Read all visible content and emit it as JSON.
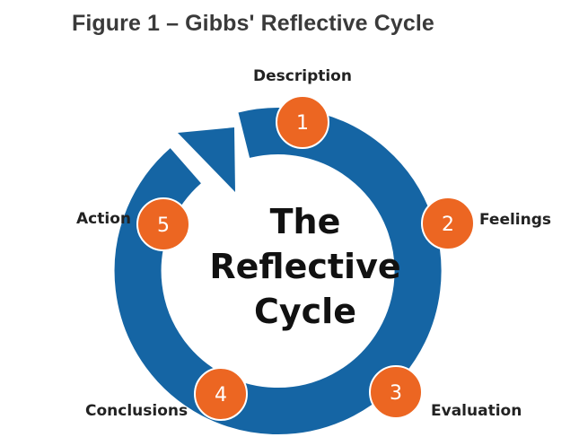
{
  "figure": {
    "title": "Figure 1 – Gibbs' Reflective Cycle"
  },
  "diagram": {
    "center_lines": [
      "The",
      "Reflective",
      "Cycle"
    ],
    "stages": [
      {
        "number": "1",
        "label": "Description"
      },
      {
        "number": "2",
        "label": "Feelings"
      },
      {
        "number": "3",
        "label": "Evaluation"
      },
      {
        "number": "4",
        "label": "Conclusions"
      },
      {
        "number": "5",
        "label": "Action"
      }
    ],
    "colors": {
      "ring": "#1565a4",
      "badge": "#ec6622",
      "badge_border": "#ffffff",
      "center_text": "#111111"
    }
  }
}
